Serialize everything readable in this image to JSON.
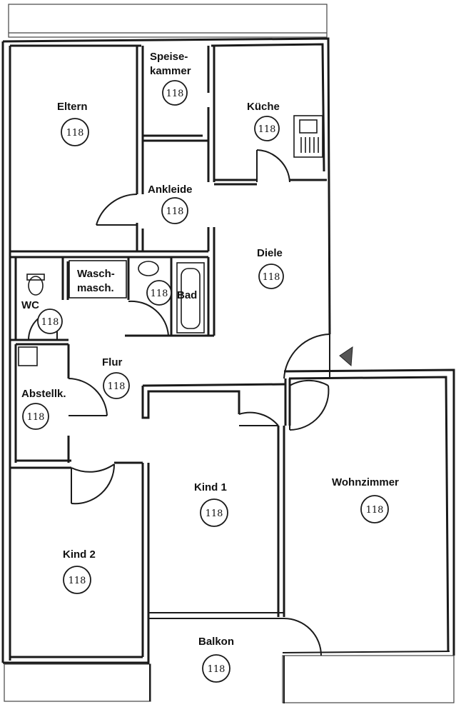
{
  "rooms": {
    "eltern": {
      "label": "Eltern",
      "tag": "118"
    },
    "speisekammer": {
      "label_line1": "Speise-",
      "label_line2": "kammer",
      "tag": "118"
    },
    "kueche": {
      "label": "Küche",
      "tag": "118"
    },
    "ankleide": {
      "label": "Ankleide",
      "tag": "118"
    },
    "diele": {
      "label": "Diele",
      "tag": "118"
    },
    "waschmaschine": {
      "label_line1": "Wasch-",
      "label_line2": "masch."
    },
    "bad": {
      "label": "Bad",
      "tag": "118"
    },
    "wc": {
      "label": "WC",
      "tag": "118"
    },
    "flur": {
      "label": "Flur",
      "tag": "118"
    },
    "abstellkammer": {
      "label": "Abstellk.",
      "tag": "118"
    },
    "kind1": {
      "label": "Kind 1",
      "tag": "118"
    },
    "kind2": {
      "label": "Kind 2",
      "tag": "118"
    },
    "wohnzimmer": {
      "label": "Wohnzimmer",
      "tag": "118"
    },
    "balkon": {
      "label": "Balkon",
      "tag": "118"
    }
  }
}
